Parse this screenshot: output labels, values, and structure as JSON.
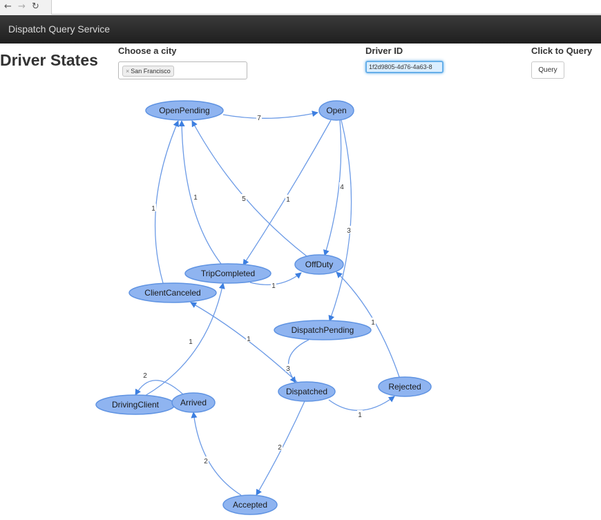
{
  "header": {
    "brand": "Dispatch Query Service"
  },
  "page": {
    "title": "Driver States"
  },
  "filters": {
    "city_label": "Choose a city",
    "city_selected": "San Francisco",
    "city_remove_glyph": "×",
    "driver_label": "Driver ID",
    "driver_value": "1f2d9805-4d76-4a63-8",
    "query_label": "Click to Query",
    "query_button": "Query"
  },
  "colors": {
    "node_fill": "#8fb4f0",
    "node_stroke": "#5f93e2",
    "edge": "#6b9ae6",
    "navbar": "#2b2b2b"
  },
  "graph": {
    "nodes": [
      {
        "id": "OpenPending",
        "label": "OpenPending"
      },
      {
        "id": "Open",
        "label": "Open"
      },
      {
        "id": "TripCompleted",
        "label": "TripCompleted"
      },
      {
        "id": "OffDuty",
        "label": "OffDuty"
      },
      {
        "id": "ClientCanceled",
        "label": "ClientCanceled"
      },
      {
        "id": "DispatchPending",
        "label": "DispatchPending"
      },
      {
        "id": "Dispatched",
        "label": "Dispatched"
      },
      {
        "id": "Rejected",
        "label": "Rejected"
      },
      {
        "id": "DrivingClient",
        "label": "DrivingClient"
      },
      {
        "id": "Arrived",
        "label": "Arrived"
      },
      {
        "id": "Accepted",
        "label": "Accepted"
      }
    ],
    "edges": [
      {
        "id": "e1",
        "from": "OpenPending",
        "to": "Open",
        "label": "7"
      },
      {
        "id": "e2",
        "from": "Open",
        "to": "TripCompleted",
        "label": "1"
      },
      {
        "id": "e3",
        "from": "Open",
        "to": "OffDuty",
        "label": "4"
      },
      {
        "id": "e4",
        "from": "Open",
        "to": "DispatchPending",
        "label": "3"
      },
      {
        "id": "e5",
        "from": "OffDuty",
        "to": "OpenPending",
        "label": "5"
      },
      {
        "id": "e6",
        "from": "TripCompleted",
        "to": "OpenPending",
        "label": "1"
      },
      {
        "id": "e7",
        "from": "ClientCanceled",
        "to": "OpenPending",
        "label": "1"
      },
      {
        "id": "e8",
        "from": "TripCompleted",
        "to": "OffDuty",
        "label": "1"
      },
      {
        "id": "e9",
        "from": "Dispatched",
        "to": "ClientCanceled",
        "label": "1"
      },
      {
        "id": "e10",
        "from": "DispatchPending",
        "to": "Dispatched",
        "label": "3"
      },
      {
        "id": "e11",
        "from": "Rejected",
        "to": "OffDuty",
        "label": "1"
      },
      {
        "id": "e12",
        "from": "Dispatched",
        "to": "Rejected",
        "label": "1"
      },
      {
        "id": "e13",
        "from": "Dispatched",
        "to": "Accepted",
        "label": "2"
      },
      {
        "id": "e14",
        "from": "Accepted",
        "to": "Arrived",
        "label": "2"
      },
      {
        "id": "e15",
        "from": "Arrived",
        "to": "DrivingClient",
        "label": "2"
      },
      {
        "id": "e16",
        "from": "DrivingClient",
        "to": "TripCompleted",
        "label": "1"
      }
    ]
  }
}
